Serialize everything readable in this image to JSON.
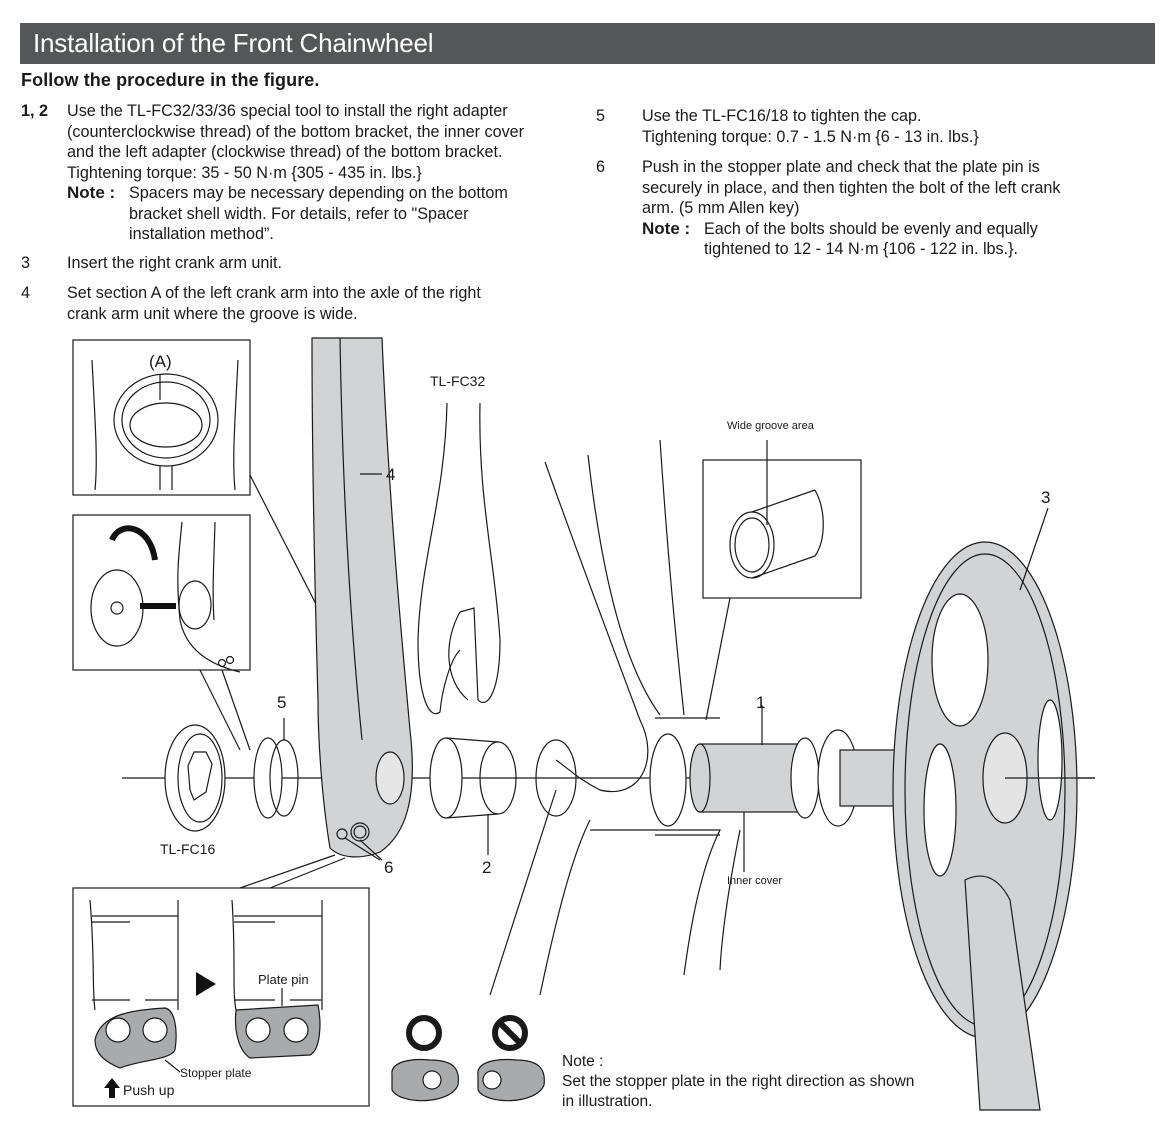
{
  "header": {
    "title": "Installation of the Front Chainwheel"
  },
  "intro": "Follow the procedure in the figure.",
  "steps_left": [
    {
      "number": "1, 2",
      "lines": [
        "Use the TL-FC32/33/36 special tool to install the right adapter",
        "(counterclockwise thread) of the bottom bracket, the inner cover",
        "and the left adapter (clockwise thread) of the bottom bracket.",
        "Tightening torque: 35 - 50 N·m {305 - 435 in. lbs.}"
      ],
      "note_label": "Note :",
      "note_lines": [
        "Spacers may be necessary depending on the bottom",
        "bracket shell width. For details, refer to \"Spacer",
        "installation method”."
      ]
    },
    {
      "number": "3",
      "lines": [
        "Insert the right crank arm unit."
      ]
    },
    {
      "number": "4",
      "lines": [
        "Set section A of the left crank arm into the axle of the right",
        "crank arm unit where the groove is wide."
      ]
    }
  ],
  "steps_right": [
    {
      "number": "5",
      "lines": [
        "Use the TL-FC16/18 to tighten the cap.",
        "Tightening torque: 0.7 - 1.5 N·m {6 - 13 in. lbs.}"
      ]
    },
    {
      "number": "6",
      "lines": [
        "Push in the stopper plate and check that the plate pin is",
        "securely in place, and then tighten the bolt of the left crank",
        "arm. (5 mm Allen key)"
      ],
      "note_label": "Note :",
      "note_lines": [
        "Each of the bolts should be evenly and equally",
        "tightened to 12 - 14 N·m {106 - 122 in. lbs.}."
      ]
    }
  ],
  "diagram": {
    "labels": {
      "section_a": "(A)",
      "tool_fc32": "TL-FC32",
      "tool_fc16": "TL-FC16",
      "wide_groove": "Wide groove area",
      "inner_cover": "Inner cover",
      "plate_pin": "Plate pin",
      "stopper_plate": "Stopper plate",
      "push_up": "Push up",
      "part_1": "1",
      "part_2": "2",
      "part_3": "3",
      "part_4": "4",
      "part_5": "5",
      "part_6": "6"
    },
    "correct_symbol": "correct-orientation",
    "incorrect_symbol": "incorrect-orientation"
  },
  "bottom_note": {
    "label": "Note :",
    "lines": [
      "Set the stopper plate in the right direction as shown",
      "in illustration."
    ]
  },
  "colors": {
    "header_bg": "#55565a",
    "part_fill": "#d2d3d5",
    "line": "#1a1a1a"
  }
}
